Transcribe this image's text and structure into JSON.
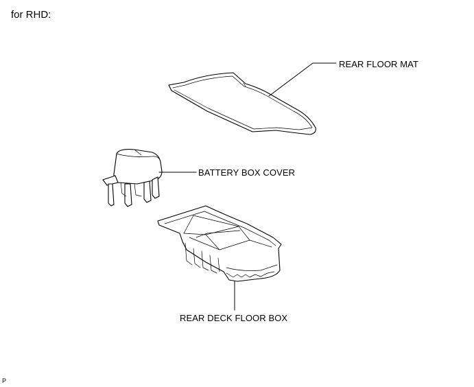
{
  "heading": "for RHD:",
  "parts": {
    "rear_floor_mat": "REAR FLOOR MAT",
    "battery_box_cover": "BATTERY BOX COVER",
    "rear_deck_floor_box": "REAR DECK FLOOR BOX"
  },
  "footer_code": "P"
}
